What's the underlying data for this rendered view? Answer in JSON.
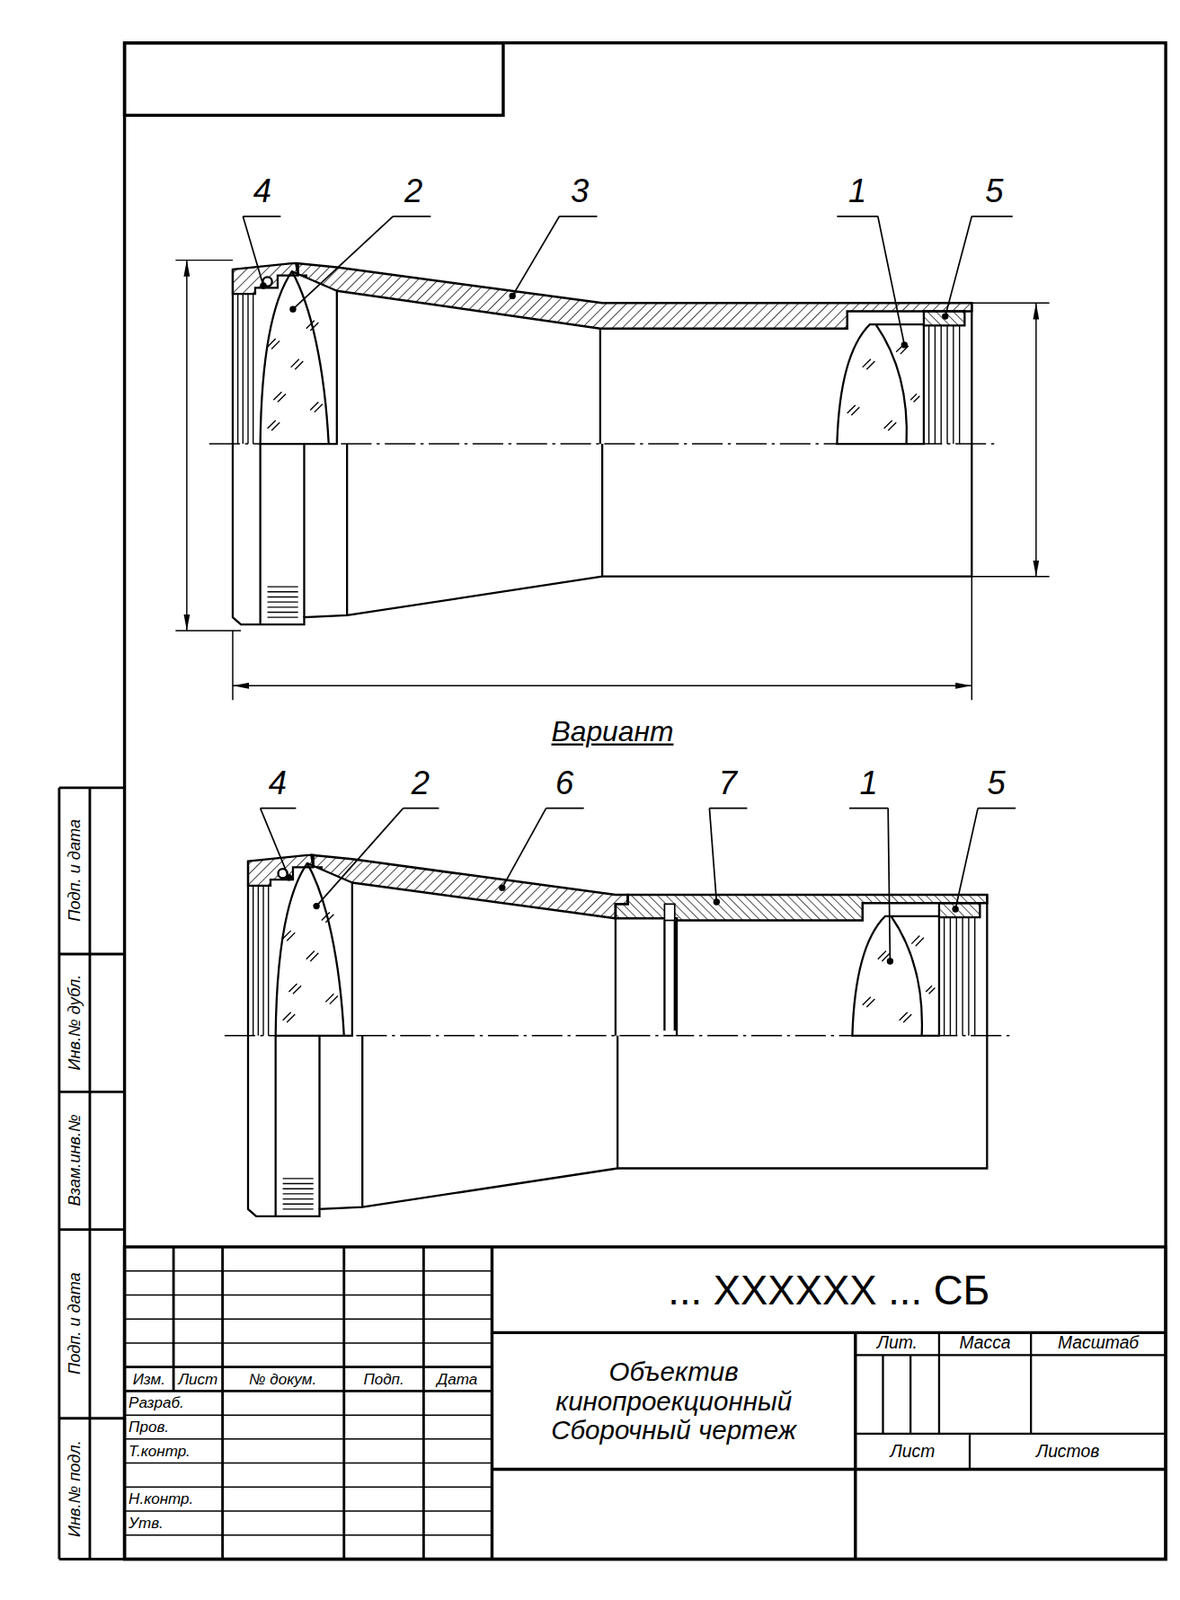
{
  "diagram": {
    "labels": [
      "4",
      "2",
      "3",
      "1",
      "5",
      "Вариант",
      "4",
      "2",
      "6",
      "7",
      "1",
      "5",
      "Подп. и дата",
      "Инв.№ дубл.",
      "Взам.инв.№",
      "Подп. и дата",
      "Инв.№ подл.",
      "Изм.",
      "Лист",
      "№ докум.",
      "Подп.",
      "Дата",
      "Разраб.",
      "Пров.",
      "Т.контр.",
      "Н.контр.",
      "Утв.",
      "... XXXXXX ... СБ",
      "Объектив кинопроекционный Сборочный чертеж",
      "Лит.",
      "Масса",
      "Масштаб",
      "Лист",
      "Листов"
    ]
  }
}
